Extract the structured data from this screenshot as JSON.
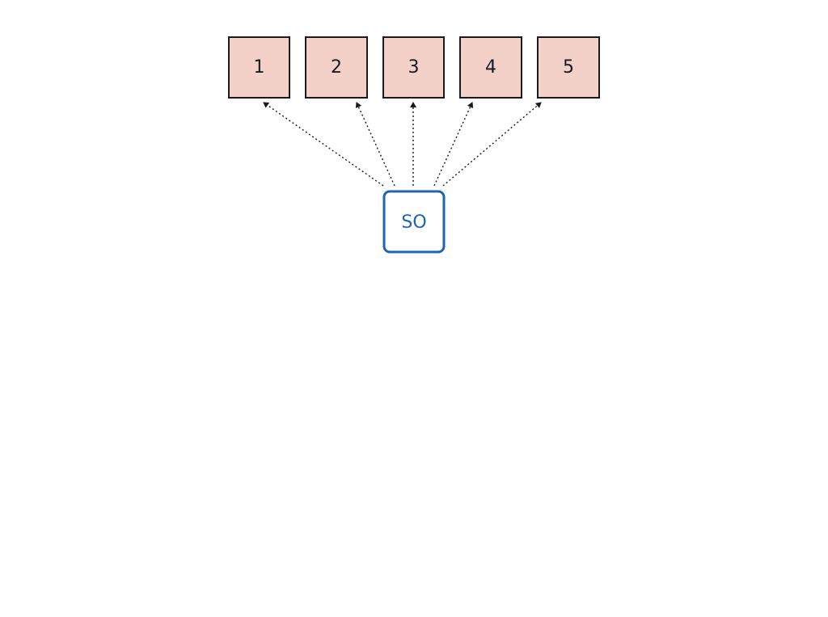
{
  "diagram": {
    "target_nodes": [
      {
        "label": "1"
      },
      {
        "label": "2"
      },
      {
        "label": "3"
      },
      {
        "label": "4"
      },
      {
        "label": "5"
      }
    ],
    "source_node": {
      "label": "SO"
    },
    "edges": [
      {
        "from": "SO",
        "to": "1",
        "style": "dotted",
        "arrow": "to"
      },
      {
        "from": "SO",
        "to": "2",
        "style": "dotted",
        "arrow": "to"
      },
      {
        "from": "SO",
        "to": "3",
        "style": "dotted",
        "arrow": "to"
      },
      {
        "from": "SO",
        "to": "4",
        "style": "dotted",
        "arrow": "to"
      },
      {
        "from": "SO",
        "to": "5",
        "style": "dotted",
        "arrow": "to"
      }
    ],
    "colors": {
      "target_fill": "#f3d0c8",
      "target_stroke": "#1a1a1a",
      "target_text": "#1a1a1a",
      "source_fill": "#ffffff",
      "source_stroke": "#1f63b5",
      "source_text": "#1f63b5",
      "edge": "#1a1a1a"
    }
  }
}
